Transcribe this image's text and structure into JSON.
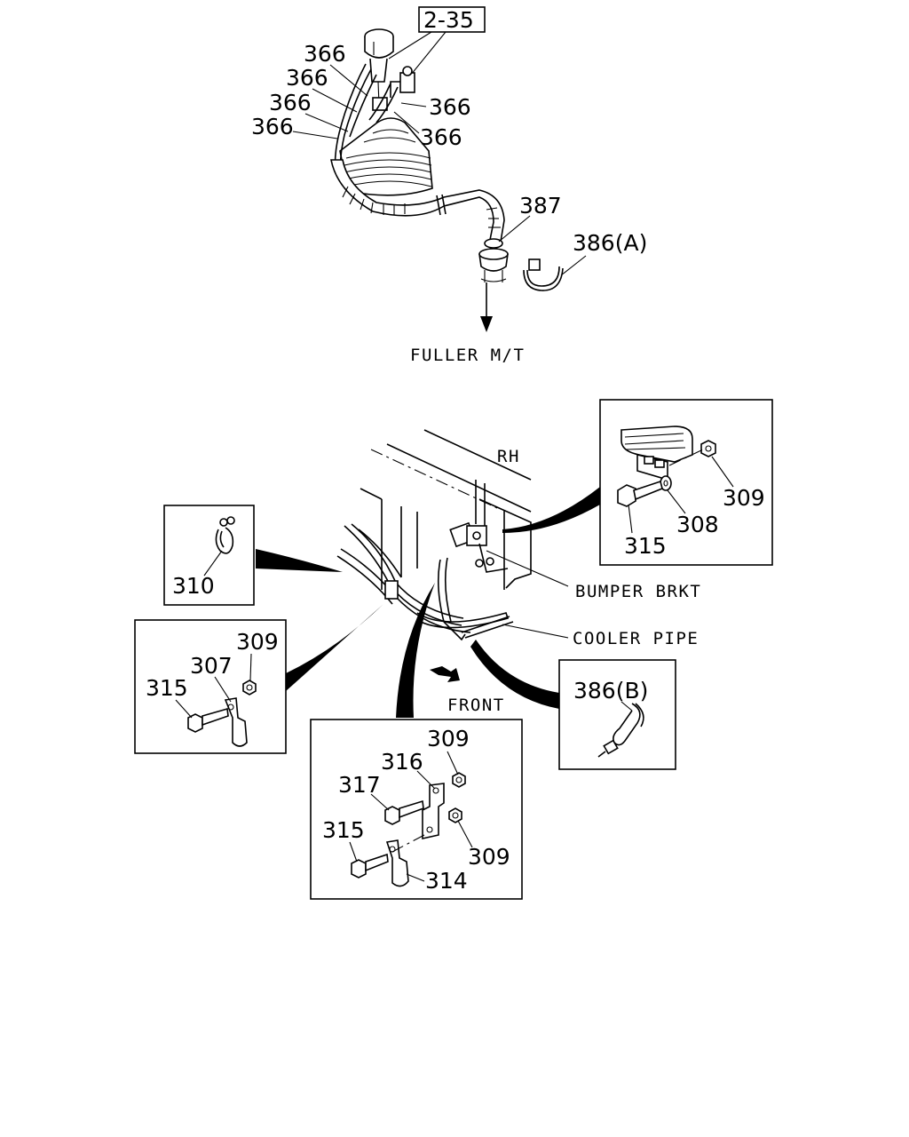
{
  "top": {
    "ref_box": "2-35",
    "callouts": {
      "c366_1": "366",
      "c366_2": "366",
      "c366_3": "366",
      "c366_4": "366",
      "c366_5": "366",
      "c366_6": "366",
      "c387": "387",
      "c386a": "386(A)"
    },
    "fuller_label": "FULLER M/T"
  },
  "bottom": {
    "rh_label": "RH",
    "bumper_label": "BUMPER BRKT",
    "cooler_label": "COOLER PIPE",
    "front_label": "FRONT",
    "inset_tr": {
      "c309": "309",
      "c308": "308",
      "c315": "315"
    },
    "inset_ml": {
      "c310": "310"
    },
    "inset_l": {
      "c309": "309",
      "c307": "307",
      "c315": "315"
    },
    "inset_r": {
      "c386b": "386(B)"
    },
    "inset_c": {
      "c309a": "309",
      "c316": "316",
      "c317": "317",
      "c315": "315",
      "c309b": "309",
      "c314": "314"
    }
  },
  "icons": [
    "shift-knob-icon",
    "wire-harness-icon",
    "shift-boot-icon",
    "grommet-icon",
    "band-clamp-icon",
    "clip-icon",
    "cable-tie-icon",
    "bolt-icon",
    "nut-icon",
    "washer-icon",
    "bracket-icon",
    "arrow-icon"
  ]
}
